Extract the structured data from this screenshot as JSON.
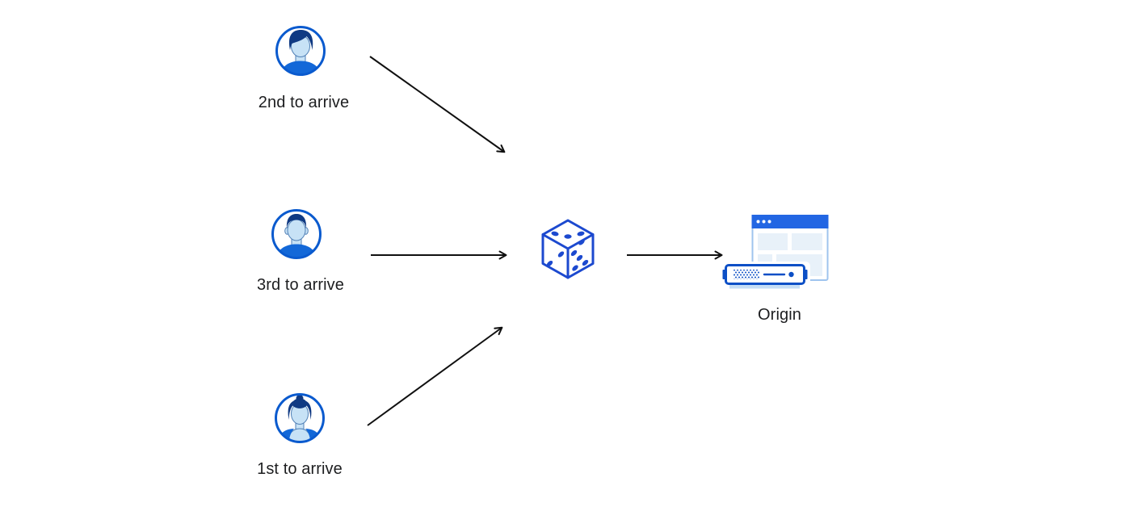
{
  "page": {
    "background": "#ffffff"
  },
  "diagram": {
    "nodes": [
      {
        "id": "user-second",
        "label": "2nd to arrive",
        "icon": "male-swept-hair-avatar-icon"
      },
      {
        "id": "user-third",
        "label": "3rd to arrive",
        "icon": "male-short-hair-avatar-icon"
      },
      {
        "id": "user-first",
        "label": "1st to arrive",
        "icon": "female-bun-hair-avatar-icon"
      },
      {
        "id": "randomizer",
        "label": "",
        "icon": "dice-icon"
      },
      {
        "id": "origin",
        "label": "Origin",
        "icon": "origin-server-browser-icon"
      }
    ],
    "edges": [
      {
        "from": "user-second",
        "to": "randomizer"
      },
      {
        "from": "user-third",
        "to": "randomizer"
      },
      {
        "from": "user-first",
        "to": "randomizer"
      },
      {
        "from": "randomizer",
        "to": "origin"
      }
    ]
  },
  "colors": {
    "page_bg": "#ffffff",
    "label_color": "#1d1e20",
    "avatar_ring": "#0a5ace",
    "avatar_hair": "#103a83",
    "avatar_skin": "#c7e2f6",
    "avatar_shirt": "#1368d8",
    "avatar_outline": "#4f7fb5",
    "dice_blue": "#1c49cf",
    "browser_bar": "#2266e3",
    "browser_border": "#9fc4ee",
    "panel_fill": "#e8f1f9",
    "server_blue": "#0c4fc6",
    "server_base": "#c6def5",
    "arrow_black": "#101010"
  }
}
